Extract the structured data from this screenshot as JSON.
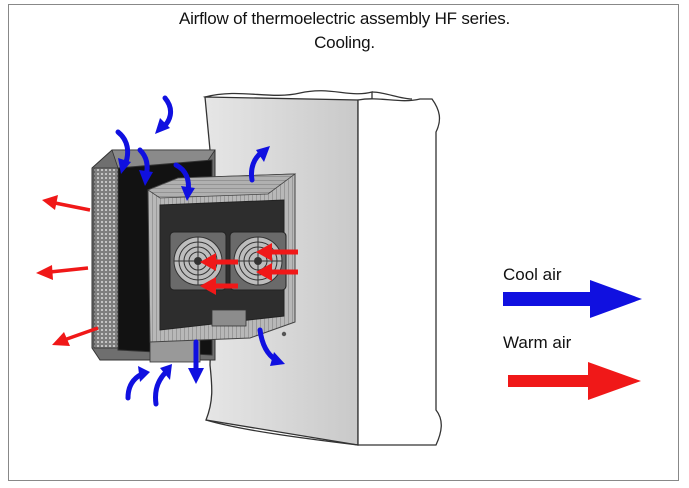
{
  "title": {
    "line1": "Airflow of thermoelectric assembly HF series.",
    "line2": "Cooling."
  },
  "legend": {
    "cool": {
      "label": "Cool air",
      "color": "#1010e0"
    },
    "warm": {
      "label": "Warm air",
      "color": "#f01818"
    }
  }
}
